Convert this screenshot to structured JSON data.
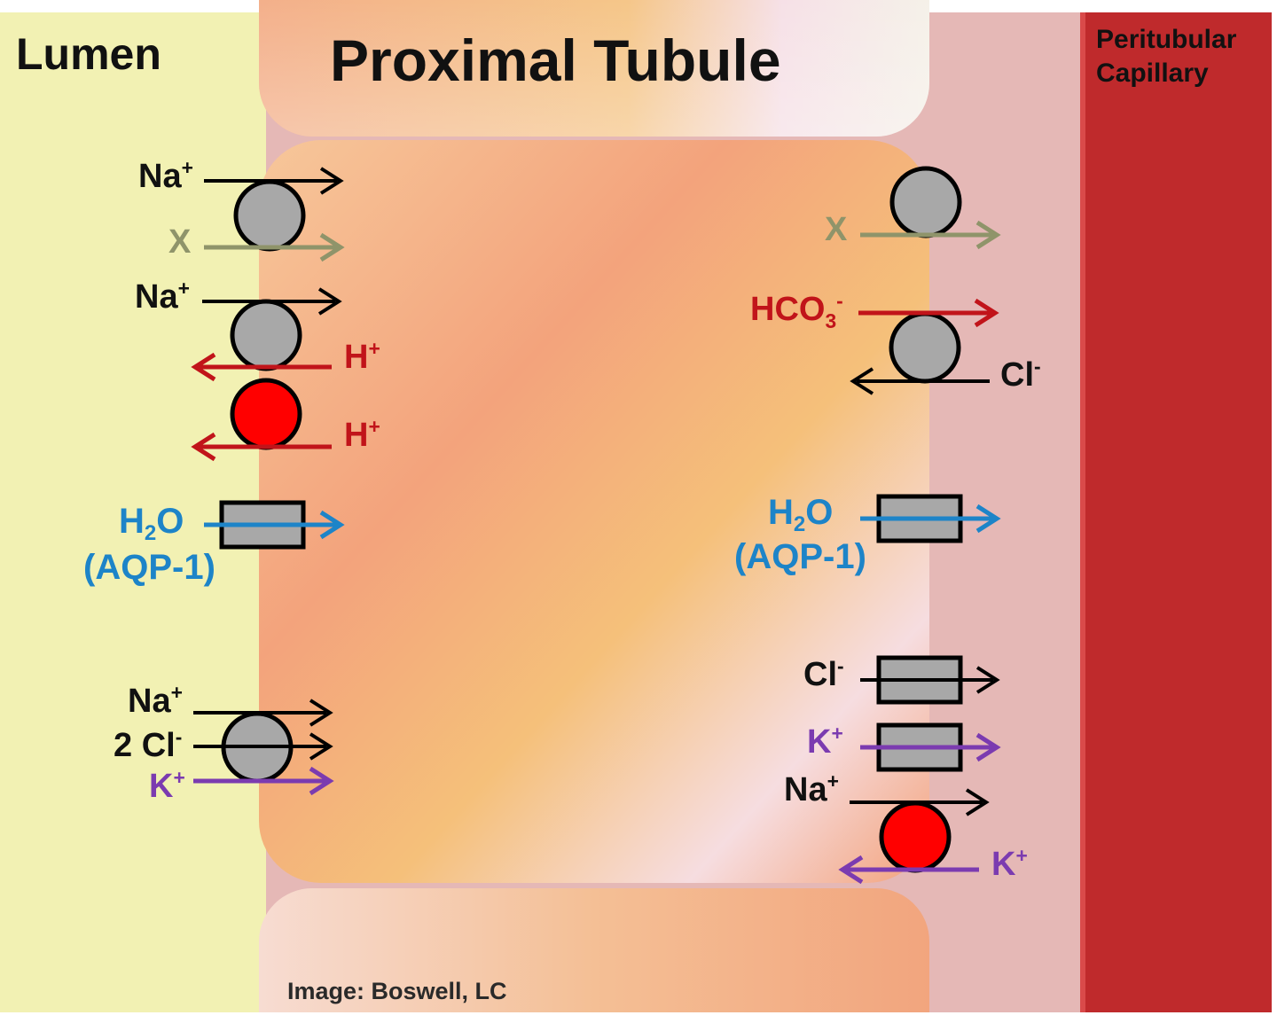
{
  "title": "Proximal Tubule",
  "regions": {
    "lumen": "Lumen",
    "capillary_line1": "Peritubular",
    "capillary_line2": "Capillary"
  },
  "credit": "Image: Boswell, LC",
  "colors": {
    "lumen_bg": "#f2f1b3",
    "interstitium_bg": "#e5b8b6",
    "capillary_bg": "#bf2a2c",
    "cell_orange": "#f2a77e",
    "transporter_gray": "#a8a8a8",
    "pump_red": "#ff0000",
    "arrow_black": "#000000",
    "arrow_olive": "#8f946a",
    "arrow_red": "#c1141a",
    "arrow_blue": "#1d84c8",
    "arrow_purple": "#7b3bb0"
  },
  "apical": {
    "na_x_na": "Na",
    "na_x_na_charge": "+",
    "na_x_x": "X",
    "nhe_na": "Na",
    "nhe_na_charge": "+",
    "nhe_h": "H",
    "nhe_h_charge": "+",
    "hpump_h": "H",
    "hpump_h_charge": "+",
    "aqp_h": "H",
    "aqp_sub": "2",
    "aqp_o": "O",
    "aqp_name": "(AQP-1)",
    "nkcc_na": "Na",
    "nkcc_na_charge": "+",
    "nkcc_cl": "2 Cl",
    "nkcc_cl_charge": "-",
    "nkcc_k": "K",
    "nkcc_k_charge": "+"
  },
  "basolateral": {
    "x_label": "X",
    "ae_hco3": "HCO",
    "ae_hco3_sub": "3",
    "ae_hco3_charge": "-",
    "ae_cl": "Cl",
    "ae_cl_charge": "-",
    "aqp_h": "H",
    "aqp_sub": "2",
    "aqp_o": "O",
    "aqp_name": "(AQP-1)",
    "clch_cl": "Cl",
    "clch_cl_charge": "-",
    "kch_k": "K",
    "kch_k_charge": "+",
    "nak_na": "Na",
    "nak_na_charge": "+",
    "nak_k": "K",
    "nak_k_charge": "+"
  }
}
